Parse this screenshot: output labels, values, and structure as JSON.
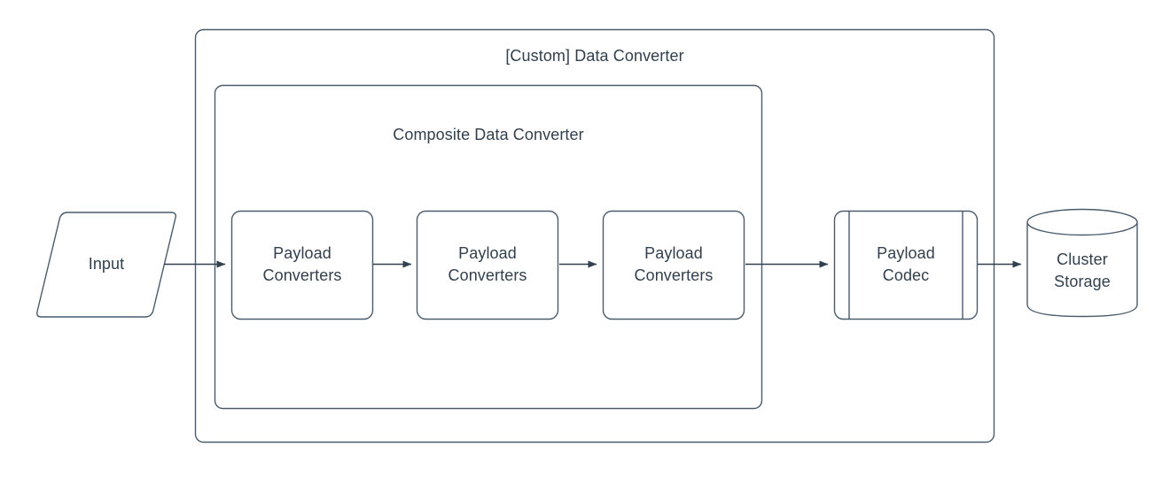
{
  "diagram": {
    "title": "[Custom] Data Converter",
    "stroke_color": "#495b6c",
    "text_color": "#32404e",
    "fill_color": "#ffffff",
    "background": "#ffffff",
    "containers": [
      {
        "id": "custom-data-converter",
        "label": "[Custom] Data Converter",
        "shape": "rounded-rectangle"
      },
      {
        "id": "composite-data-converter",
        "label": "Composite Data Converter",
        "shape": "rounded-rectangle"
      }
    ],
    "nodes": [
      {
        "id": "input",
        "label": "Input",
        "shape": "parallelogram"
      },
      {
        "id": "payload-converters-1",
        "label": "Payload\nConverters",
        "shape": "rounded-rectangle"
      },
      {
        "id": "payload-converters-2",
        "label": "Payload\nConverters",
        "shape": "rounded-rectangle"
      },
      {
        "id": "payload-converters-3",
        "label": "Payload\nConverters",
        "shape": "rounded-rectangle"
      },
      {
        "id": "payload-codec",
        "label": "Payload\nCodec",
        "shape": "process"
      },
      {
        "id": "cluster-storage",
        "label": "Cluster\nStorage",
        "shape": "cylinder"
      }
    ],
    "connectors": [
      {
        "id": "input-to-converter-1",
        "from": "input",
        "to": "payload-converters-1",
        "arrow": "solid"
      },
      {
        "id": "converter-1-to-converter-2",
        "from": "payload-converters-1",
        "to": "payload-converters-2",
        "arrow": "solid"
      },
      {
        "id": "converter-2-to-converter-3",
        "from": "payload-converters-2",
        "to": "payload-converters-3",
        "arrow": "solid"
      },
      {
        "id": "converter-3-to-codec",
        "from": "payload-converters-3",
        "to": "payload-codec",
        "arrow": "solid"
      },
      {
        "id": "codec-to-storage",
        "from": "payload-codec",
        "to": "cluster-storage",
        "arrow": "solid"
      }
    ]
  }
}
